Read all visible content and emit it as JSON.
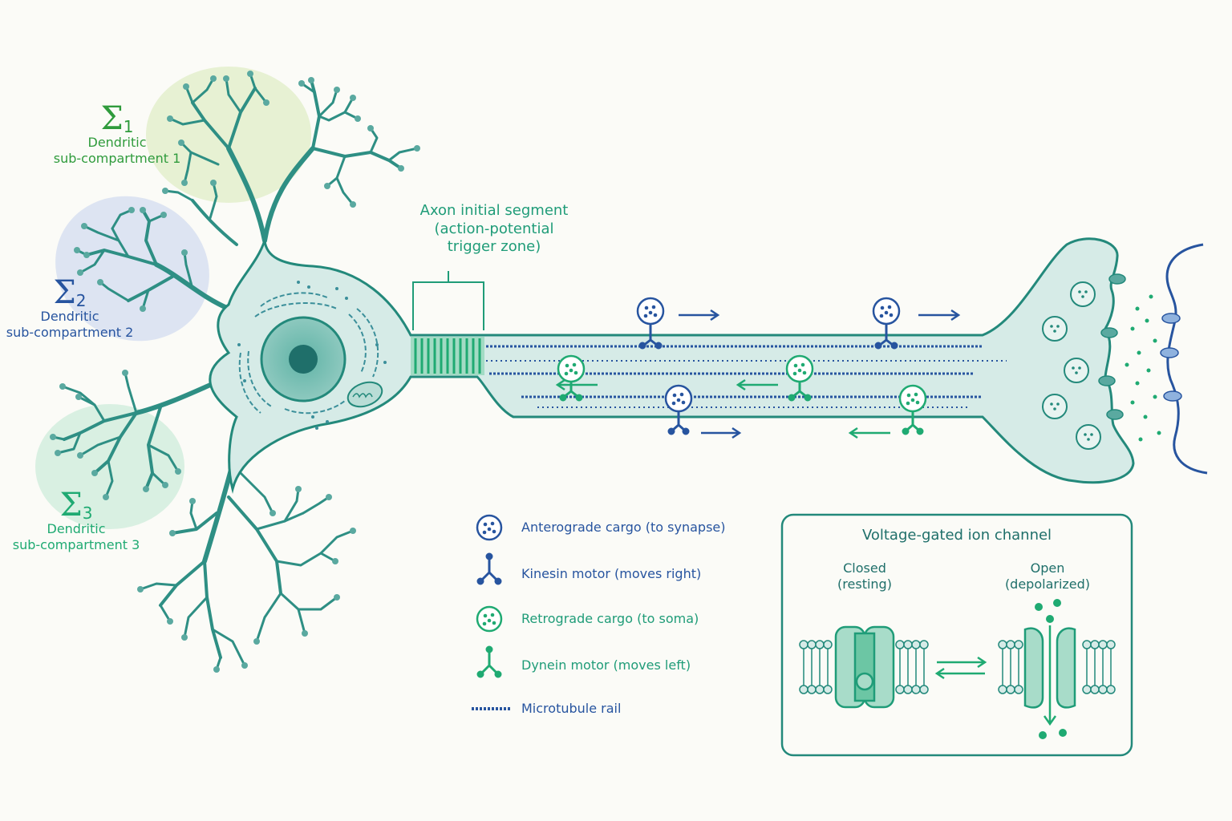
{
  "colors": {
    "teal": "#23897b",
    "teal_dark": "#1f6f6a",
    "green": "#1faa72",
    "green_label": "#2f9b3c",
    "blue": "#27549f",
    "soma_fill": "#d6ebe7",
    "compartment_1": "#e3efcd",
    "compartment_2": "#d9e1f1",
    "compartment_3": "#d5eedf"
  },
  "compartments": [
    {
      "symbol": "Σ",
      "index": "1",
      "line1": "Dendritic",
      "line2": "sub-compartment 1"
    },
    {
      "symbol": "Σ",
      "index": "2",
      "line1": "Dendritic",
      "line2": "sub-compartment 2"
    },
    {
      "symbol": "Σ",
      "index": "3",
      "line1": "Dendritic",
      "line2": "sub-compartment 3"
    }
  ],
  "ais_label": {
    "line1": "Axon initial segment",
    "line2": "(action-potential",
    "line3": "trigger zone)"
  },
  "legend": [
    {
      "icon": "anterograde-cargo-icon",
      "label": "Anterograde cargo (to synapse)"
    },
    {
      "icon": "kinesin-motor-icon",
      "label": "Kinesin motor (moves right)"
    },
    {
      "icon": "retrograde-cargo-icon",
      "label": "Retrograde cargo (to soma)"
    },
    {
      "icon": "dynein-motor-icon",
      "label": "Dynein motor (moves left)"
    },
    {
      "icon": "microtubule-rail-icon",
      "label": "Microtubule rail"
    }
  ],
  "ion_channel": {
    "title": "Voltage-gated ion channel",
    "closed_line1": "Closed",
    "closed_line2": "(resting)",
    "open_line1": "Open",
    "open_line2": "(depolarized)"
  }
}
